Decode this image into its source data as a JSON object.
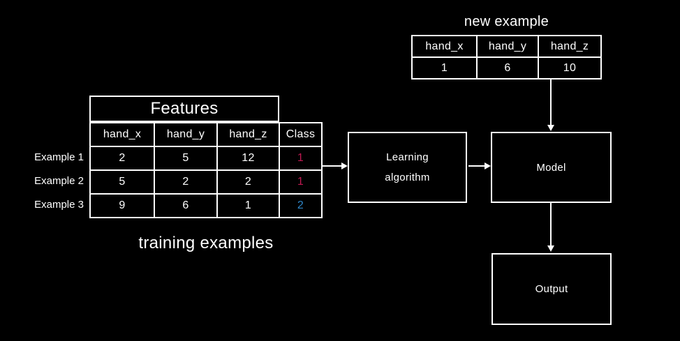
{
  "colors": {
    "background": "#000000",
    "stroke": "#ffffff",
    "class_1": "#c01a52",
    "class_2": "#2e86c8"
  },
  "training_table": {
    "title": "Features",
    "caption": "training examples",
    "row_labels": [
      "Example 1",
      "Example 2",
      "Example 3"
    ],
    "columns": [
      "hand_x",
      "hand_y",
      "hand_z",
      "Class"
    ],
    "rows": [
      {
        "values": [
          "2",
          "5",
          "12"
        ],
        "class": "1",
        "class_color": "#c01a52"
      },
      {
        "values": [
          "5",
          "2",
          "2"
        ],
        "class": "1",
        "class_color": "#c01a52"
      },
      {
        "values": [
          "9",
          "6",
          "1"
        ],
        "class": "2",
        "class_color": "#2e86c8"
      }
    ]
  },
  "new_example_table": {
    "title": "new example",
    "columns": [
      "hand_x",
      "hand_y",
      "hand_z"
    ],
    "values": [
      "1",
      "6",
      "10"
    ]
  },
  "boxes": {
    "learning_algorithm": {
      "lines": [
        "Learning",
        "algorithm"
      ]
    },
    "model": {
      "label": "Model"
    },
    "output": {
      "label": "Output"
    }
  }
}
